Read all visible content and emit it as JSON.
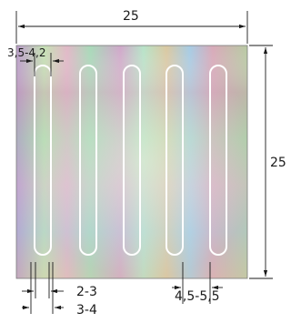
{
  "figure": {
    "top_width": "25",
    "right_height": "25",
    "slot_width": "3,5-4,2",
    "bottom_gap_a": "2-3",
    "bottom_gap_b": "3-4",
    "bottom_spacing": "4,5-5,5"
  },
  "colors": {
    "background": "#ffffff",
    "line": "#1a1a1a",
    "slot_outline": "#ffffff"
  }
}
